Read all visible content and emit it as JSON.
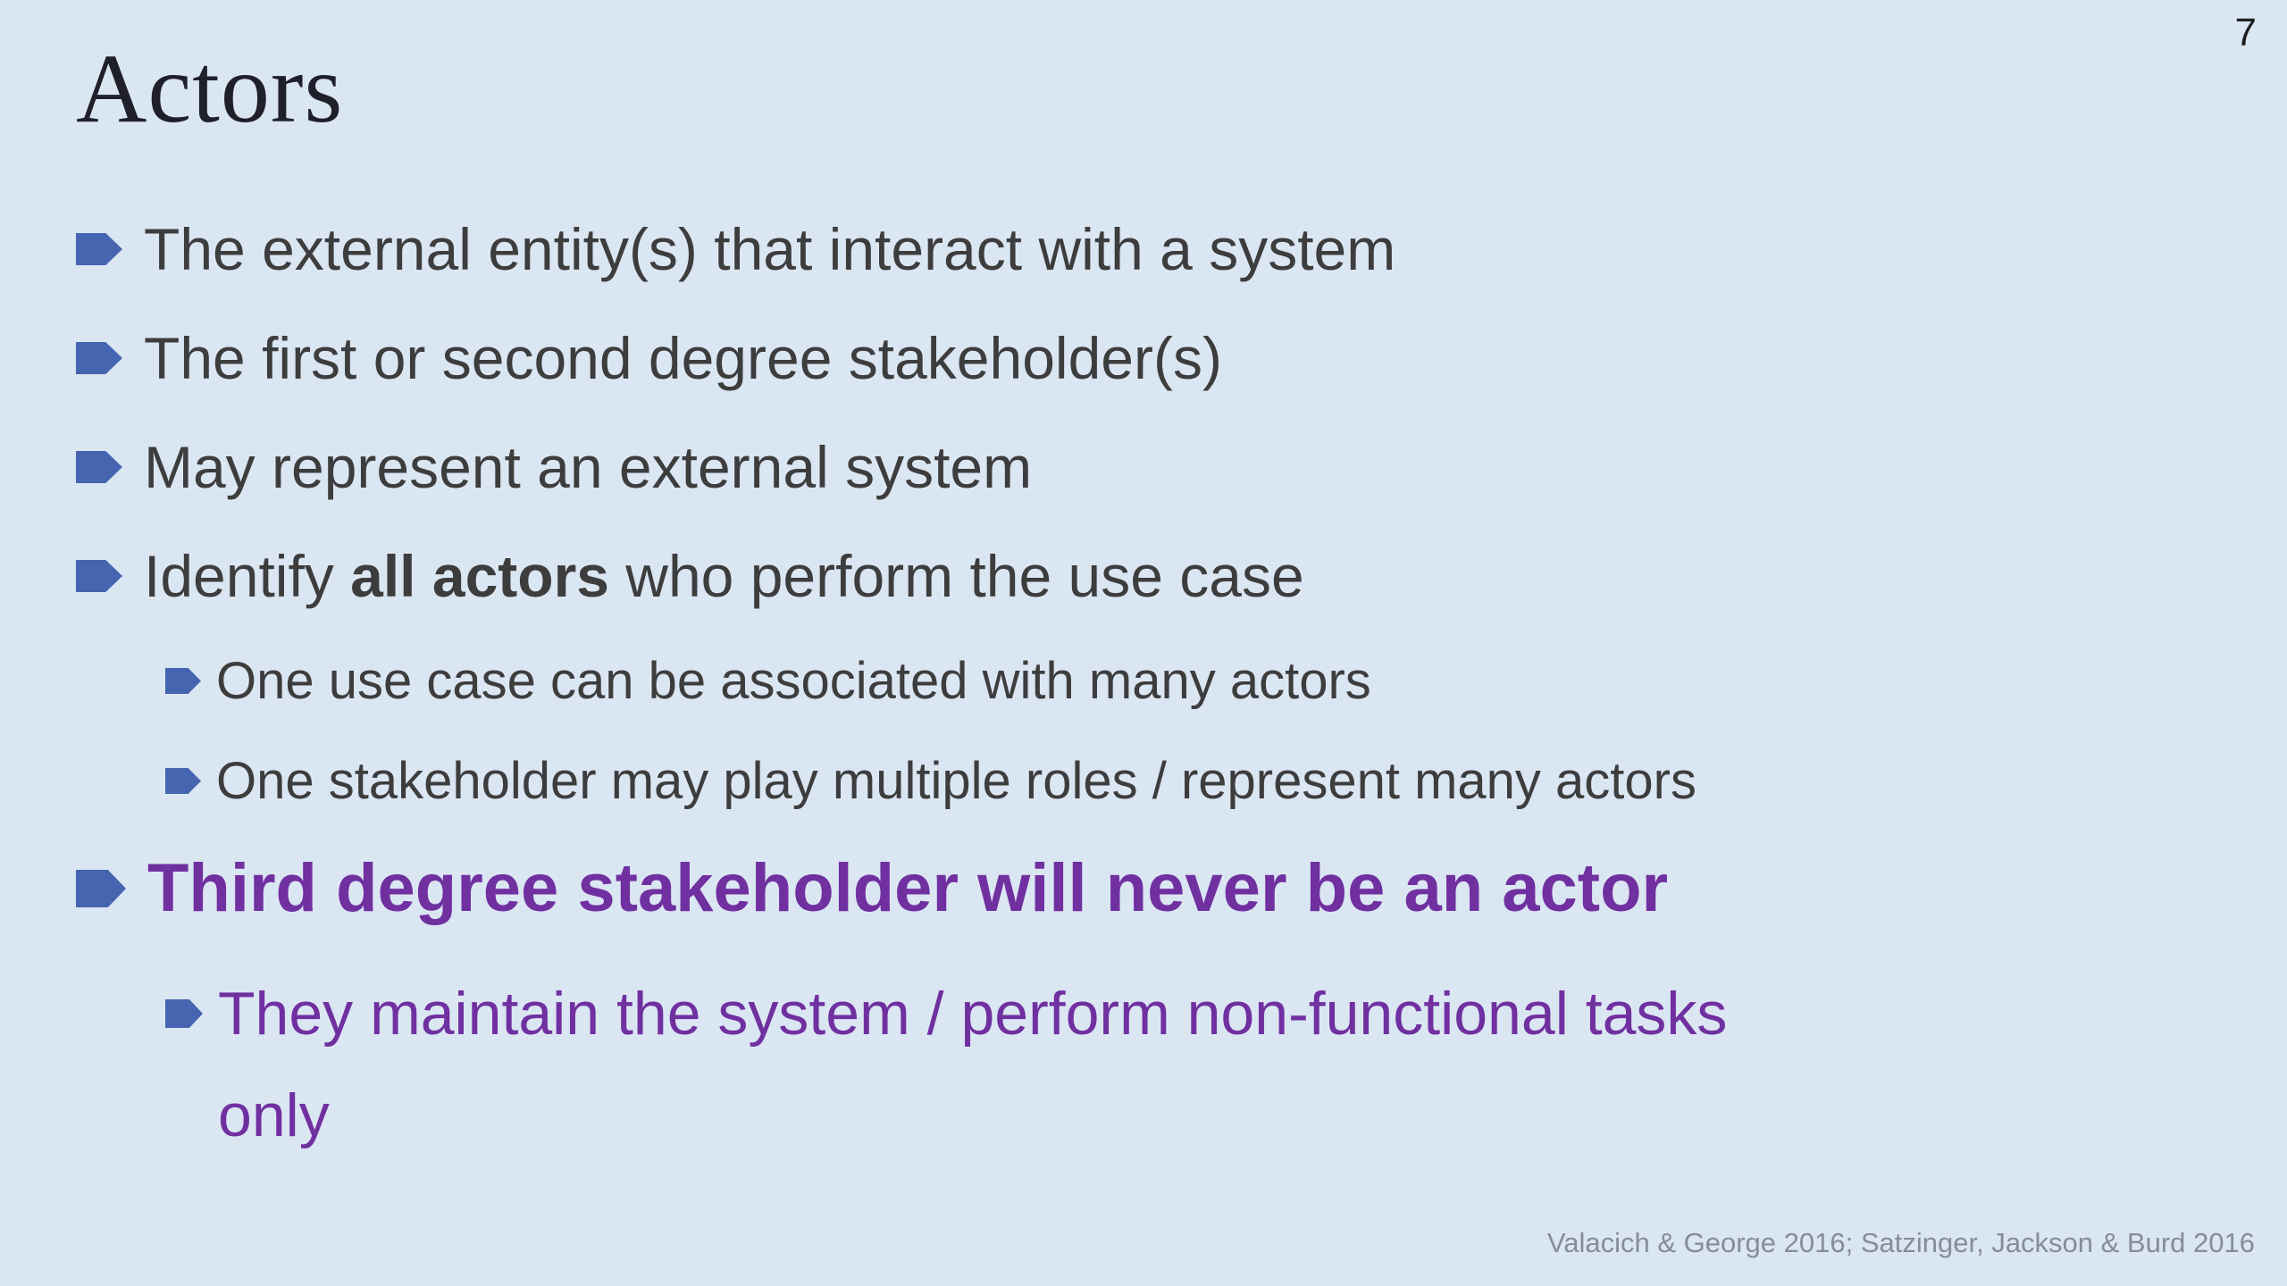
{
  "page": {
    "number": "7"
  },
  "title": "Actors",
  "colors": {
    "background": "#dbe6f3",
    "bullet_arrow": "#4565b0",
    "body_text": "#3d3d3d",
    "purple_text": "#7030a0",
    "title_text": "#20202b",
    "footer_text": "#858d96",
    "page_number_text": "#1f1f1f"
  },
  "bullets": [
    {
      "level": 1,
      "style": "body",
      "segments": [
        {
          "text": "The external entity(s) that interact with a system"
        }
      ]
    },
    {
      "level": 1,
      "style": "body",
      "segments": [
        {
          "text": "The first or second degree stakeholder(s)"
        }
      ]
    },
    {
      "level": 1,
      "style": "body",
      "segments": [
        {
          "text": "May represent an external system"
        }
      ]
    },
    {
      "level": 1,
      "style": "body",
      "segments": [
        {
          "text": "Identify "
        },
        {
          "text": "all actors",
          "bold": true
        },
        {
          "text": " who perform the use case"
        }
      ]
    },
    {
      "level": 2,
      "style": "body",
      "segments": [
        {
          "text": "One use case can be associated with many actors"
        }
      ]
    },
    {
      "level": 2,
      "style": "body",
      "segments": [
        {
          "text": "One stakeholder may play multiple roles / represent many actors"
        }
      ]
    },
    {
      "level": 1,
      "style": "purple",
      "segments": [
        {
          "text": "Third degree stakeholder will never be an actor",
          "bold": true
        }
      ]
    },
    {
      "level": 2,
      "style": "purple",
      "segments": [
        {
          "text": "They maintain the system / perform non-functional tasks"
        },
        {
          "break": true
        },
        {
          "text": "only"
        }
      ]
    }
  ],
  "footer": {
    "citation": "Valacich & George 2016; Satzinger, Jackson & Burd 2016"
  }
}
